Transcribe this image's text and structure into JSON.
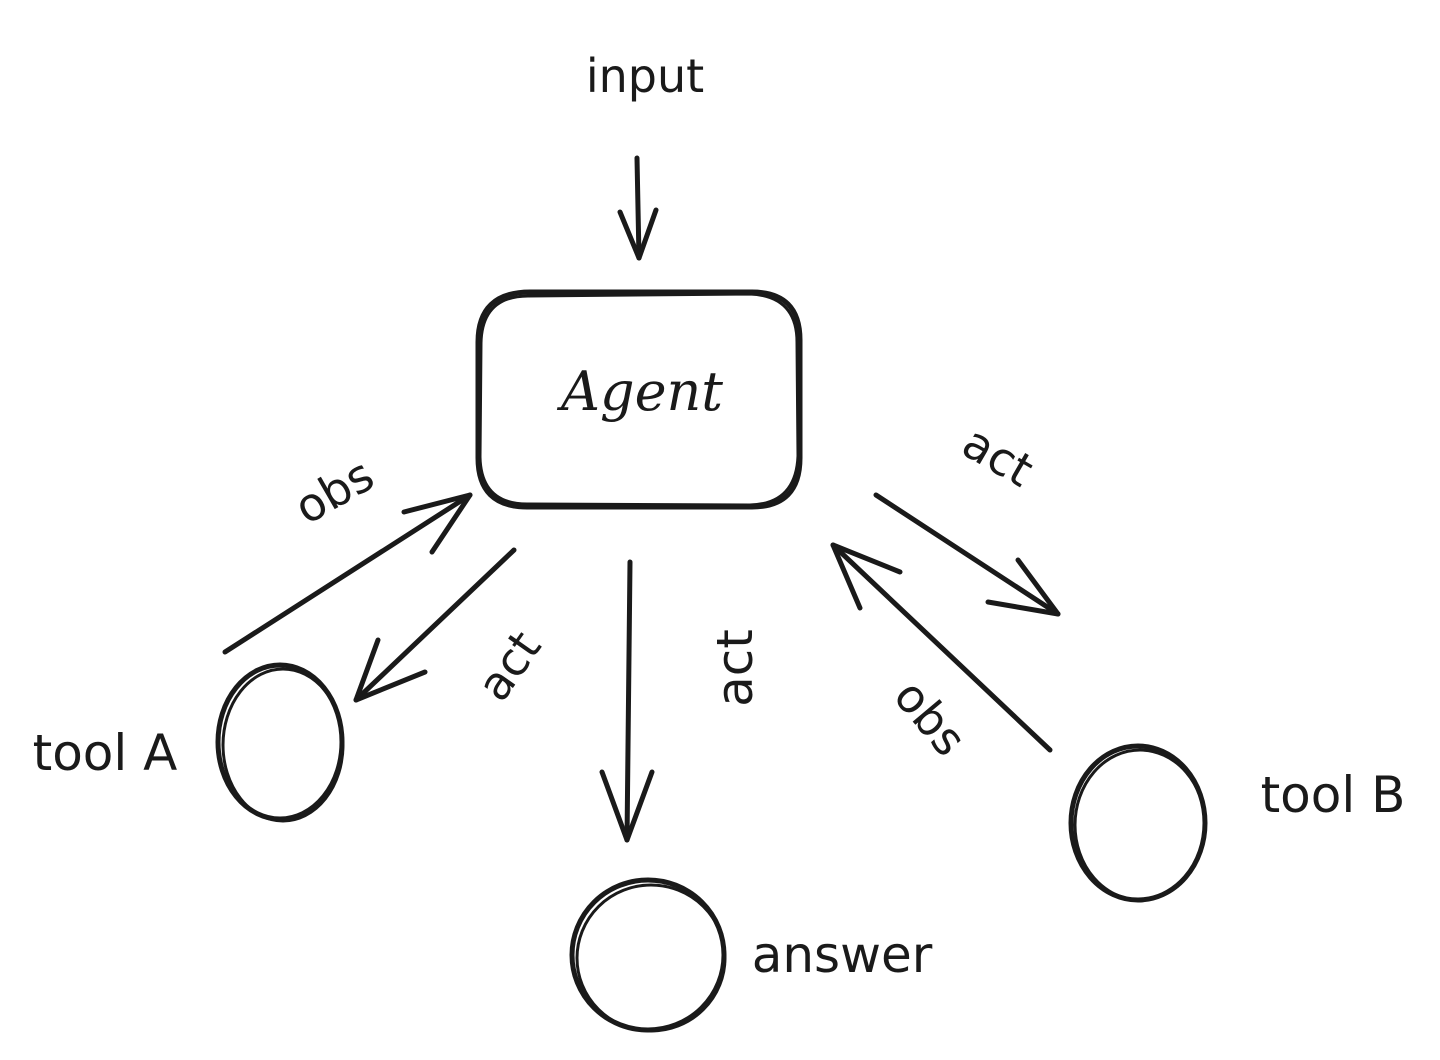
{
  "nodes": {
    "input": {
      "label": "input"
    },
    "agent": {
      "label": "Agent"
    },
    "tool_a": {
      "label": "tool A"
    },
    "tool_b": {
      "label": "tool B"
    },
    "answer": {
      "label": "answer"
    }
  },
  "edges": [
    {
      "id": "input-to-agent",
      "from": "input",
      "to": "agent",
      "label": ""
    },
    {
      "id": "agent-to-tool-a",
      "from": "agent",
      "to": "tool_a",
      "label": "act"
    },
    {
      "id": "tool-a-to-agent",
      "from": "tool_a",
      "to": "agent",
      "label": "obs"
    },
    {
      "id": "agent-to-answer",
      "from": "agent",
      "to": "answer",
      "label": "act"
    },
    {
      "id": "agent-to-tool-b",
      "from": "agent",
      "to": "tool_b",
      "label": "act"
    },
    {
      "id": "tool-b-to-agent",
      "from": "tool_b",
      "to": "agent",
      "label": "obs"
    }
  ],
  "colors": {
    "ink": "#1a1a1a",
    "background": "#ffffff"
  }
}
